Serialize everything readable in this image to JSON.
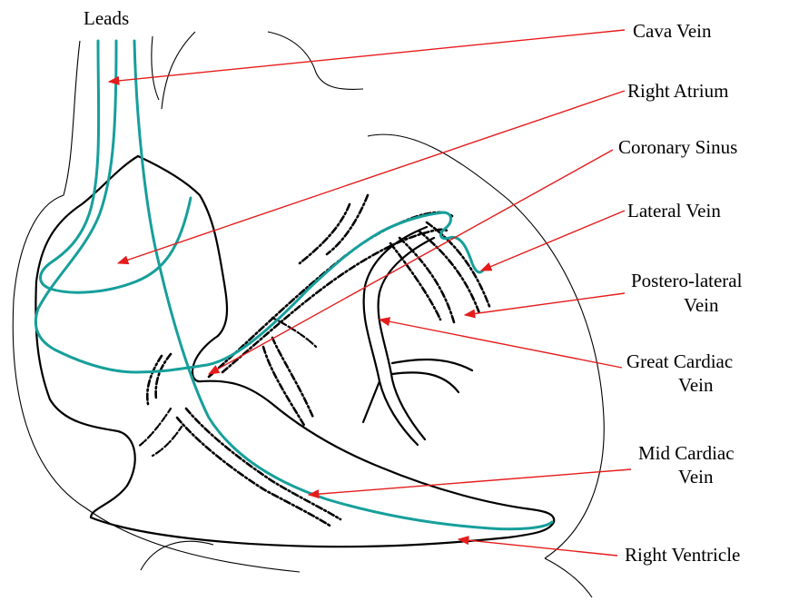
{
  "labels": {
    "leads": "Leads",
    "cava_vein": "Cava Vein",
    "right_atrium": "Right Atrium",
    "coronary_sinus": "Coronary Sinus",
    "lateral_vein": "Lateral Vein",
    "postero_lateral_vein_1": "Postero-lateral",
    "postero_lateral_vein_2": "Vein",
    "great_cardiac_vein_1": "Great Cardiac",
    "great_cardiac_vein_2": "Vein",
    "mid_cardiac_vein_1": "Mid Cardiac",
    "mid_cardiac_vein_2": "Vein",
    "right_ventricle": "Right Ventricle"
  },
  "colors": {
    "lead_wire": "#169f9b",
    "arrow": "#e51c1c",
    "outline": "#000000"
  }
}
